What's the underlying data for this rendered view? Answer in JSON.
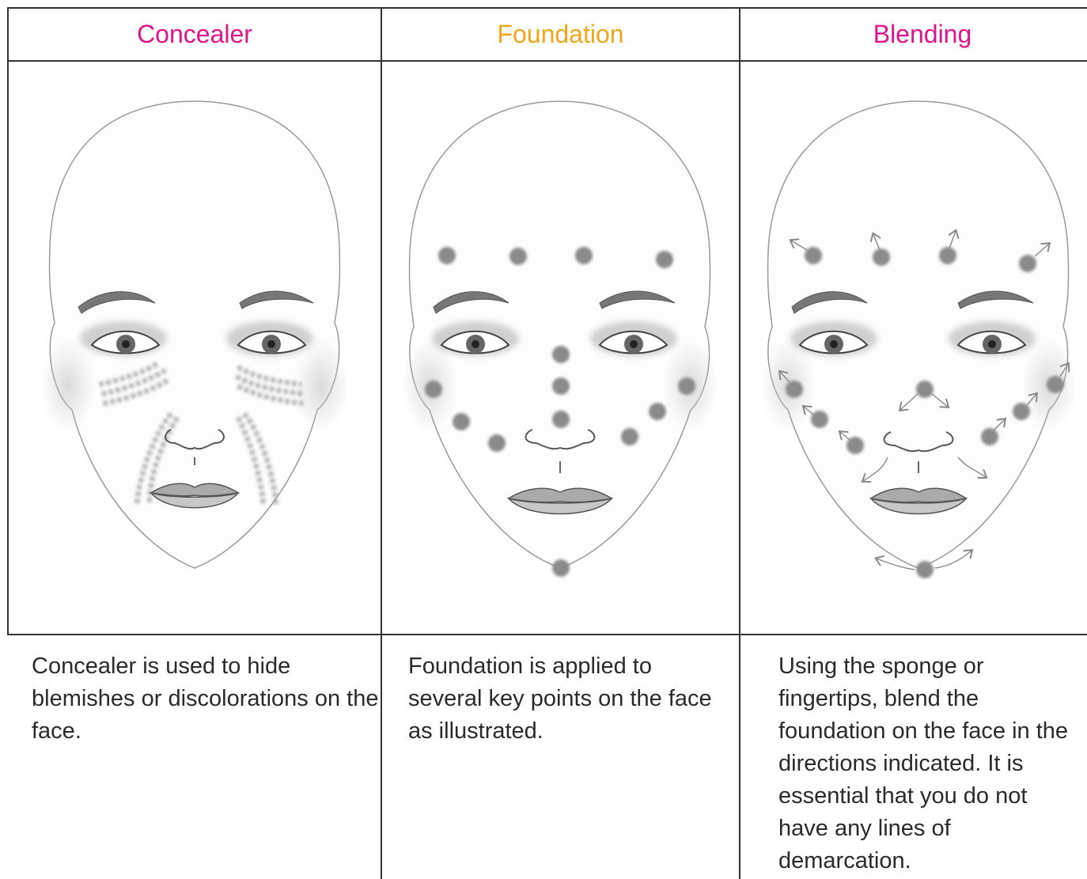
{
  "columns": [
    {
      "title": "Concealer",
      "title_color": "#e0148c",
      "description": "Concealer is used to hide blemishes or discolorations on the face.",
      "illustration": "face-concealer-marks"
    },
    {
      "title": "Foundation",
      "title_color": "#f3a51a",
      "description": "Foundation is applied to several key points on the face as illustrated.",
      "illustration": "face-foundation-dots"
    },
    {
      "title": "Blending",
      "title_color": "#e0148c",
      "description": "Using the sponge or fingertips, blend the foundation on the face in the directions indicated. It is essential that you do not have any lines of demarcation.",
      "illustration": "face-blending-arrows"
    }
  ]
}
